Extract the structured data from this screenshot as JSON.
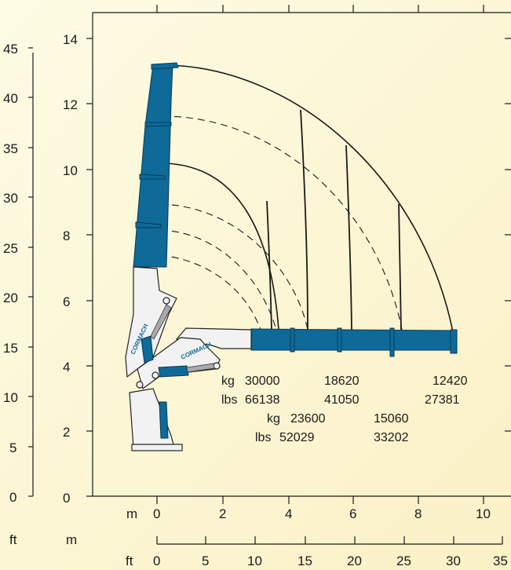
{
  "colors": {
    "background": "#fcf6d8",
    "boom": "#0e6a98",
    "outline": "#1a1a1a",
    "base": "#f2f2f2"
  },
  "units": {
    "ft_left": "ft",
    "m_left": "m",
    "m_bottom": "m",
    "ft_bottom": "ft"
  },
  "scale_m_vertical": [
    "0",
    "2",
    "4",
    "6",
    "8",
    "10",
    "12",
    "14"
  ],
  "scale_ft_vertical": [
    "0",
    "5",
    "10",
    "15",
    "20",
    "25",
    "30",
    "35",
    "40",
    "45"
  ],
  "scale_m_horizontal": [
    "0",
    "2",
    "4",
    "6",
    "8",
    "10"
  ],
  "scale_ft_horizontal": [
    "0",
    "5",
    "10",
    "15",
    "20",
    "25",
    "30",
    "35"
  ],
  "loads_row1": {
    "kg_label": "kg",
    "lbs_label": "lbs",
    "entries": [
      {
        "kg": "30000",
        "lbs": "66138"
      },
      {
        "kg": "18620",
        "lbs": "41050"
      },
      {
        "kg": "12420",
        "lbs": "27381"
      }
    ]
  },
  "loads_row2": {
    "kg_label": "kg",
    "lbs_label": "lbs",
    "entries": [
      {
        "kg": "23600",
        "lbs": "52029"
      },
      {
        "kg": "15060",
        "lbs": "33202"
      }
    ]
  },
  "brand": "CORMACH"
}
